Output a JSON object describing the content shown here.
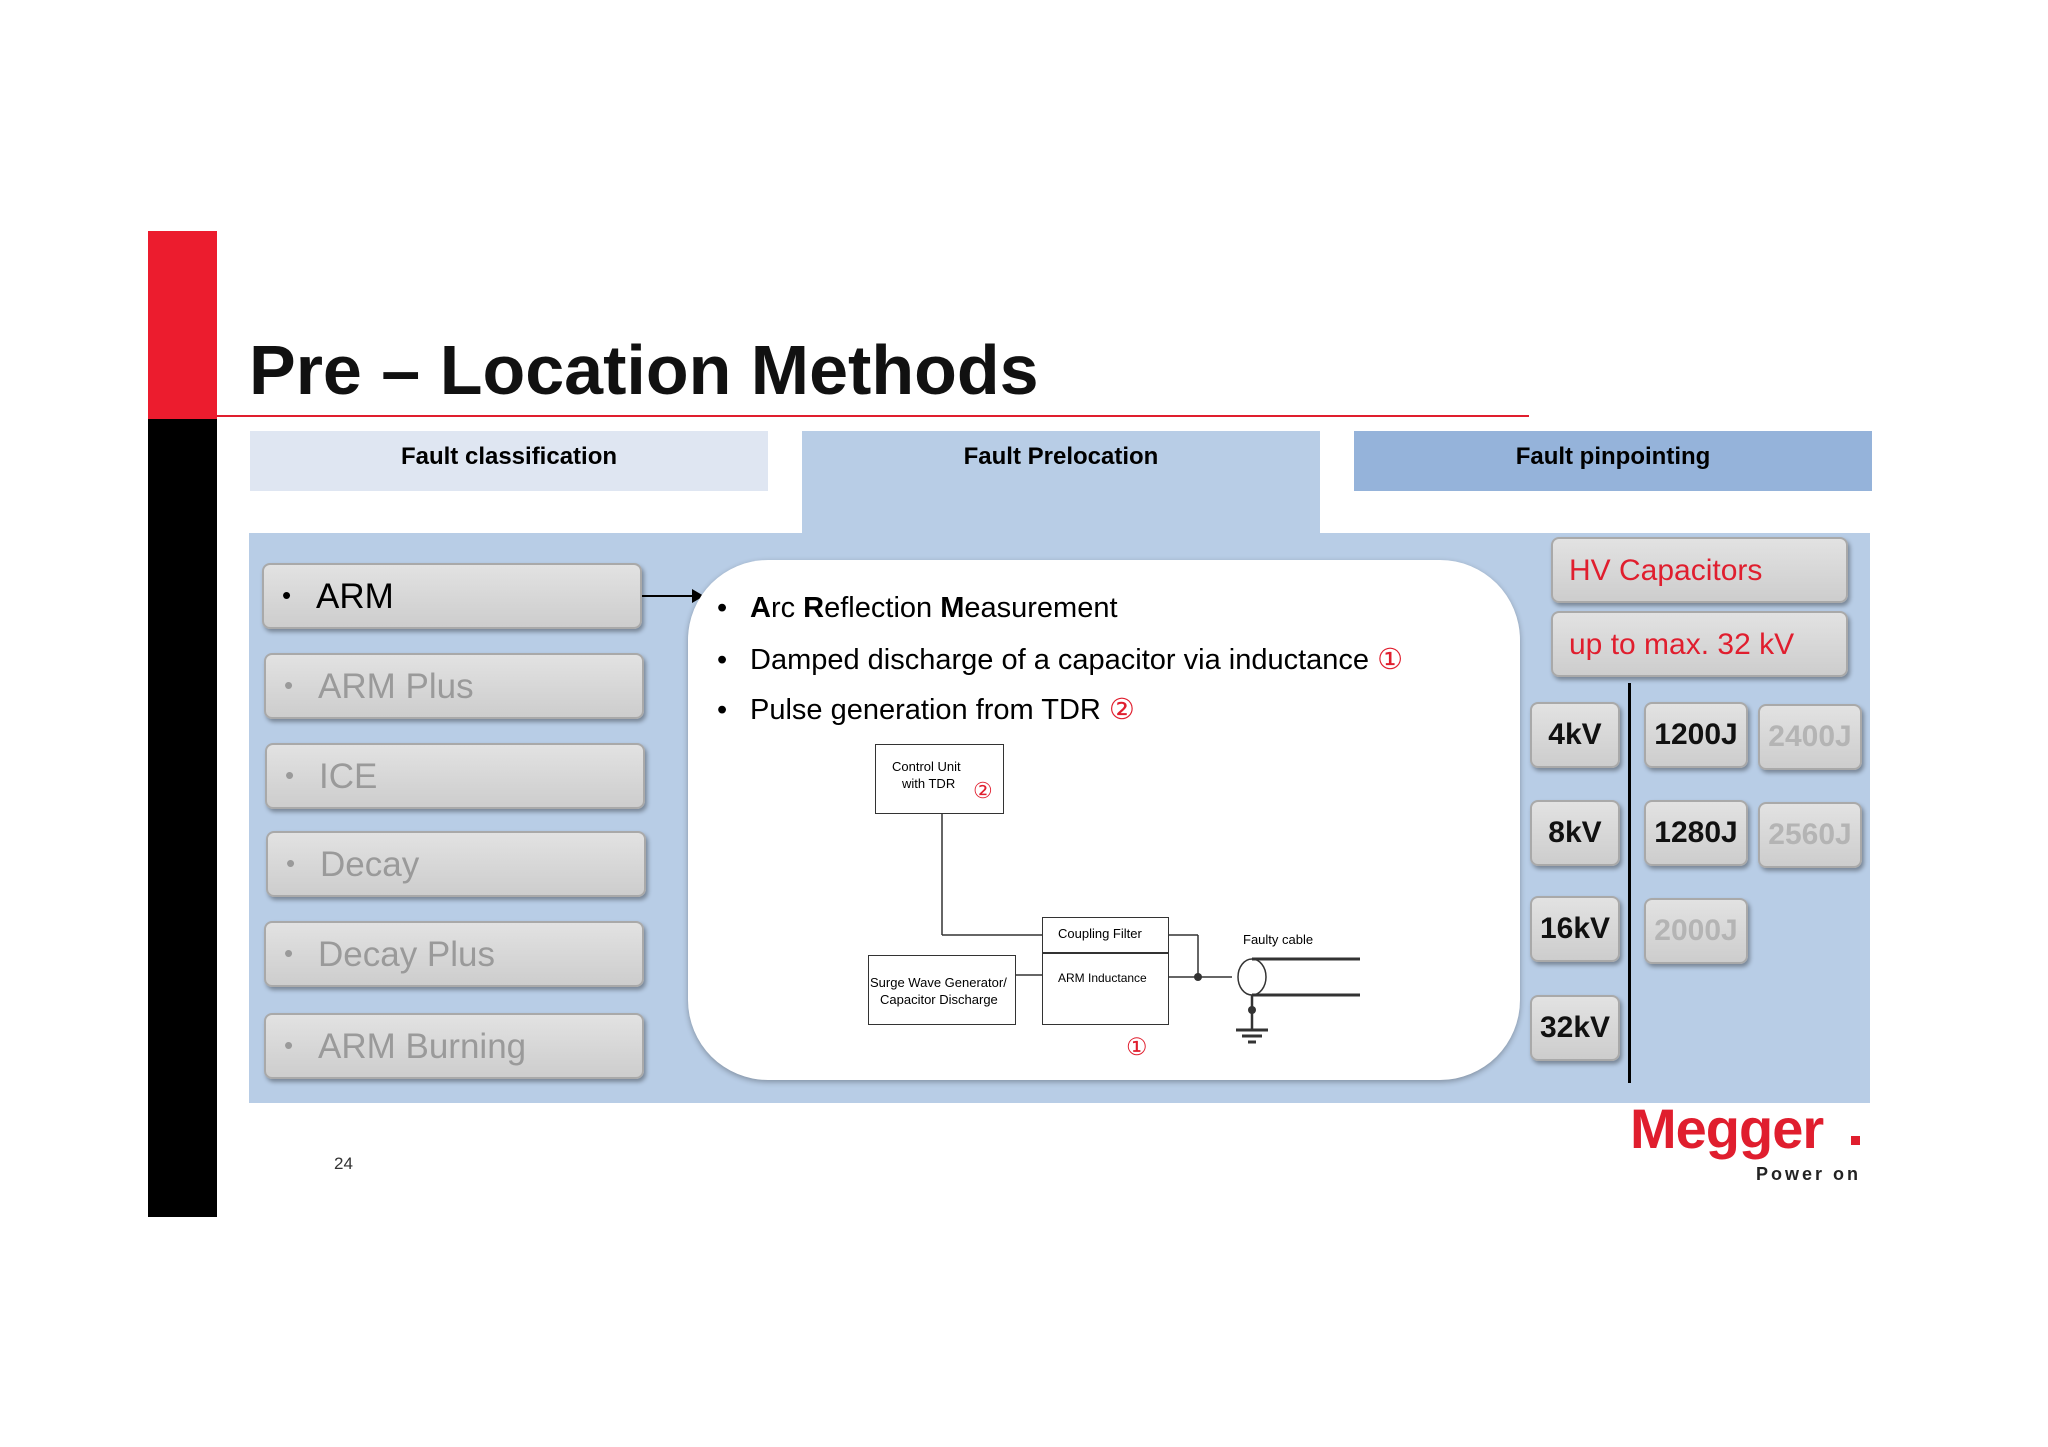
{
  "slide": {
    "title": "Pre – Location Methods",
    "page_number": "24"
  },
  "tabs": [
    {
      "label": "Fault classification"
    },
    {
      "label": "Fault Prelocation"
    },
    {
      "label": "Fault pinpointing"
    }
  ],
  "methods": [
    {
      "label": "ARM",
      "bullet": "•",
      "active": true
    },
    {
      "label": "ARM Plus",
      "bullet": "•",
      "active": false
    },
    {
      "label": "ICE",
      "bullet": "•",
      "active": false
    },
    {
      "label": "Decay",
      "bullet": "•",
      "active": false
    },
    {
      "label": "Decay Plus",
      "bullet": "•",
      "active": false
    },
    {
      "label": "ARM Burning",
      "bullet": "•",
      "active": false
    }
  ],
  "description": {
    "bullet": "•",
    "line1": {
      "b1": "A",
      "t1": "rc ",
      "b2": "R",
      "t2": "eflection ",
      "b3": "M",
      "t3": "easurement"
    },
    "line2": {
      "text": "Damped discharge of a capacitor via inductance",
      "marker": "①"
    },
    "line3": {
      "text": "Pulse generation from TDR",
      "marker": "②"
    }
  },
  "diagram": {
    "control_unit": "Control Unit",
    "control_unit_line2": "with TDR",
    "control_marker": "②",
    "coupling_filter": "Coupling  Filter",
    "arm_inductance": "ARM Inductance",
    "arm_marker": "①",
    "surge_line1": "Surge Wave Generator/",
    "surge_line2": "Capacitor Discharge",
    "faulty_cable": "Faulty cable"
  },
  "hv": {
    "label": "HV Capacitors",
    "max": "up to max. 32 kV"
  },
  "voltages": [
    "4kV",
    "8kV",
    "16kV",
    "32kV"
  ],
  "energies": [
    {
      "label": "1200J",
      "enabled": true
    },
    {
      "label": "2400J",
      "enabled": false
    },
    {
      "label": "1280J",
      "enabled": true
    },
    {
      "label": "2560J",
      "enabled": false
    },
    {
      "label": "2000J",
      "enabled": false
    }
  ],
  "brand": {
    "name": "Megger",
    "tagline": "Power on",
    "colors": {
      "red": "#e01e2e",
      "panel": "#b8cde6"
    }
  }
}
